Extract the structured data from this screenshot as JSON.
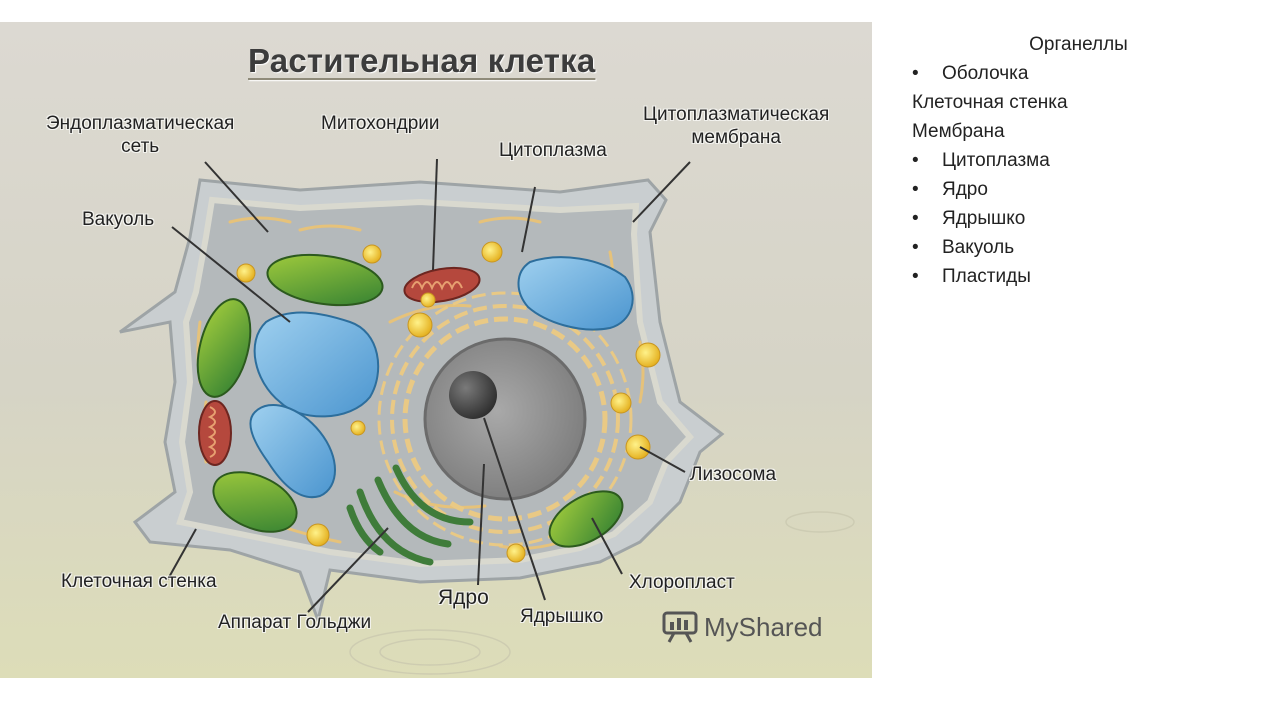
{
  "diagram": {
    "title": "Растительная клетка",
    "labels": {
      "er": [
        "Эндоплазматическая",
        "сеть"
      ],
      "mito": "Митохондрии",
      "cytoplasm": "Цитоплазма",
      "membrane": [
        "Цитоплазматическая",
        "мембрана"
      ],
      "vacuole": "Вакуоль",
      "lysosome": "Лизосома",
      "cell_wall": "Клеточная стенка",
      "golgi": "Аппарат Гольджи",
      "nucleus": "Ядро",
      "nucleolus": "Ядрышко",
      "chloroplast": "Хлоропласт"
    },
    "watermark": "MyShared"
  },
  "organelles": {
    "heading": "Органеллы",
    "items": [
      {
        "text": "Оболочка",
        "bullet": true
      },
      {
        "text": "Клеточная стенка",
        "bullet": false
      },
      {
        "text": "Мембрана",
        "bullet": false
      },
      {
        "text": "Цитоплазма",
        "bullet": true
      },
      {
        "text": "Ядро",
        "bullet": true
      },
      {
        "text": "Ядрышко",
        "bullet": true
      },
      {
        "text": "Вакуоль",
        "bullet": true
      },
      {
        "text": "Пластиды",
        "bullet": true
      }
    ]
  },
  "colors": {
    "cell_wall": "#c9ced0",
    "cytoplasm": "#b7bcbe",
    "vacuole": "#6aaedc",
    "chloroplast": "#4f9a3a",
    "mitochondria": "#b5483d",
    "nucleus": "#8f8f8f",
    "er": "#e8c47a"
  }
}
